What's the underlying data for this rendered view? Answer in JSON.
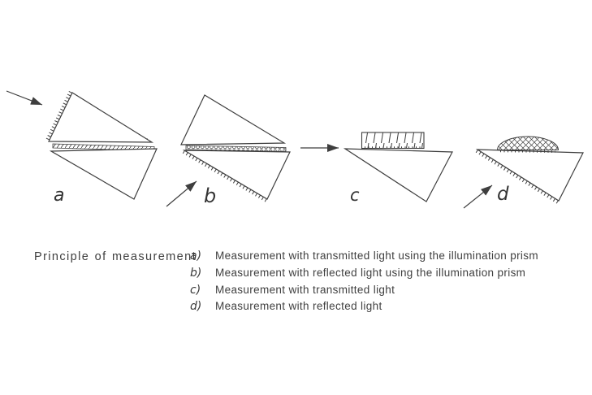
{
  "figure": {
    "caption_title": "Principle of measurement",
    "diagrams": [
      {
        "label": "a"
      },
      {
        "label": "b"
      },
      {
        "label": "c"
      },
      {
        "label": "d"
      }
    ],
    "legend_items": [
      {
        "label": "a)",
        "text": "Measurement with transmitted light using the illumination prism"
      },
      {
        "label": "b)",
        "text": "Measurement with reflected light using the illumination prism"
      },
      {
        "label": "c)",
        "text": "Measurement with transmitted light"
      },
      {
        "label": "d)",
        "text": "Measurement with reflected light"
      }
    ],
    "colors": {
      "ink": "#3e3e3e",
      "background": "#ffffff"
    }
  }
}
